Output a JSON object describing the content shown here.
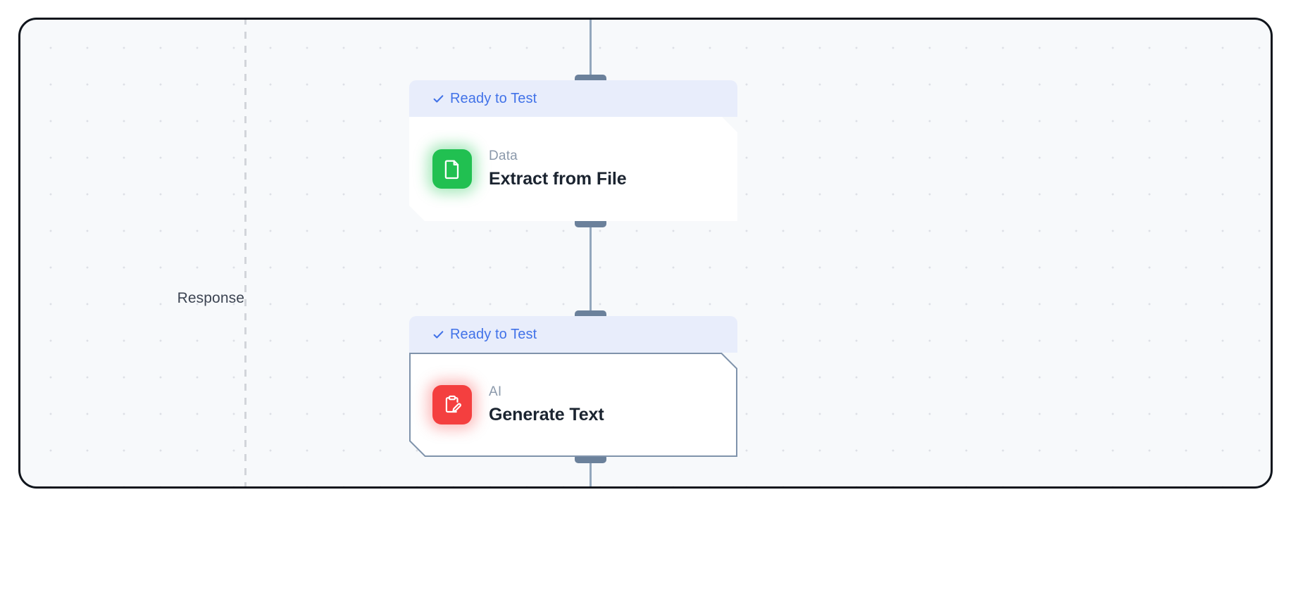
{
  "canvas": {
    "lane_label": "Response",
    "background_color": "#f7f9fb",
    "border_color": "#10151c",
    "dot_grid": true,
    "divider_style": "dashed"
  },
  "theme": {
    "header_bg": "#e8edfb",
    "status_text": "#4172e8",
    "edge_color": "#93a7bd",
    "handle_color": "#6b819b",
    "node_title_color": "#1b2430",
    "node_category_color": "#8b99ab",
    "selected_border": "#7f93ab"
  },
  "nodes": [
    {
      "id": "extract-from-file",
      "status": "Ready to Test",
      "status_icon": "check-icon",
      "category": "Data",
      "title": "Extract from File",
      "icon_name": "file-document-icon",
      "icon_color": "#21c051",
      "selected": false
    },
    {
      "id": "generate-text",
      "status": "Ready to Test",
      "status_icon": "check-icon",
      "category": "AI",
      "title": "Generate Text",
      "icon_name": "clipboard-pencil-icon",
      "icon_color": "#f43f3f",
      "selected": true
    }
  ],
  "edges": [
    {
      "id": "edge-top",
      "from": "canvas-top",
      "to": "extract-from-file"
    },
    {
      "id": "edge-middle",
      "from": "extract-from-file",
      "to": "generate-text"
    },
    {
      "id": "edge-bottom",
      "from": "generate-text",
      "to": "canvas-bottom"
    }
  ],
  "handles": [
    {
      "id": "handle-n1-top",
      "node": "extract-from-file",
      "position": "top"
    },
    {
      "id": "handle-n1-bottom",
      "node": "extract-from-file",
      "position": "bottom"
    },
    {
      "id": "handle-n2-top",
      "node": "generate-text",
      "position": "top"
    },
    {
      "id": "handle-n2-bottom",
      "node": "generate-text",
      "position": "bottom"
    }
  ]
}
